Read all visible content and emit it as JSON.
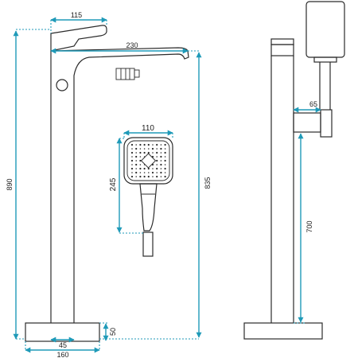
{
  "dimensions": {
    "spout_top_width": "115",
    "spout_reach": "230",
    "total_height": "890",
    "spout_height": "835",
    "handshower_width": "110",
    "handshower_length": "245",
    "base_height": "50",
    "base_inner_width": "45",
    "base_width": "160",
    "holder_offset": "65",
    "holder_height": "700"
  },
  "colors": {
    "dimension_line": "#1f9ab8",
    "outline": "#2b2b2b"
  },
  "icons": [
    "arrowhead-icon",
    "spray-pattern-icon"
  ]
}
